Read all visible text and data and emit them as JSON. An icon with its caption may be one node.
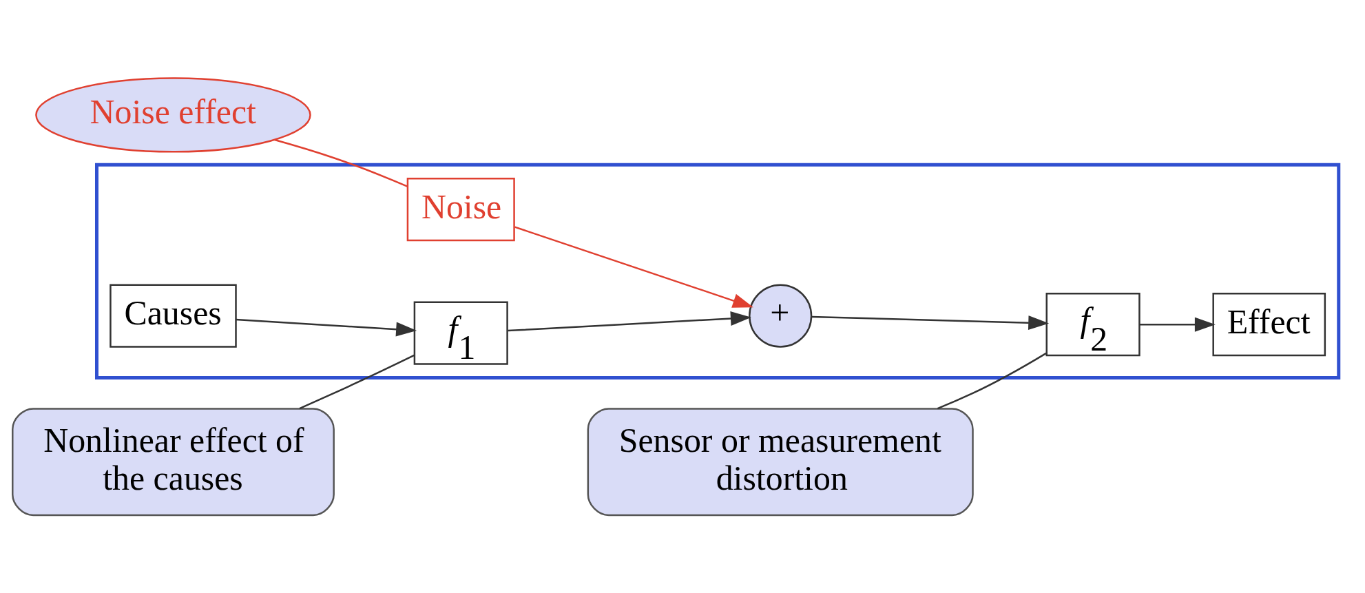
{
  "diagram": {
    "nodes": [
      {
        "text": [
          "Noise effect"
        ]
      },
      {
        "text": [],
        "shape": "box"
      },
      {
        "text": [
          "Noise"
        ],
        "in": 1
      },
      {
        "text": [
          "Causes"
        ],
        "in": 1
      },
      {
        "text": [
          "*f*$_{1}$"
        ],
        "in": 1
      },
      {
        "text": [
          "+"
        ],
        "in": 1
      },
      {
        "text": [
          "*f*$_{2}$"
        ],
        "in": 1
      },
      {
        "text": [
          "Effect"
        ],
        "in": 1
      },
      {
        "text": [
          "Nonlinear effect of the causes"
        ]
      },
      {
        "text": [
          "Sensor or measurement distortion"
        ]
      }
    ],
    "edges": [
      {
        "from": 0,
        "to": 2,
        "arrow": "none",
        "color": "#e04030"
      },
      {
        "from": 3,
        "to": 4,
        "arrow": "to"
      },
      {
        "from": 4,
        "to": 5,
        "arrow": "to"
      },
      {
        "from": 2,
        "to": 5,
        "arrow": "to",
        "color": "#e04030"
      },
      {
        "from": 5,
        "to": 6,
        "arrow": "to"
      },
      {
        "from": 6,
        "to": 7,
        "arrow": "to"
      },
      {
        "from": 8,
        "to": 4,
        "arrow": "none"
      },
      {
        "from": 9,
        "to": 6,
        "arrow": "none"
      }
    ]
  }
}
